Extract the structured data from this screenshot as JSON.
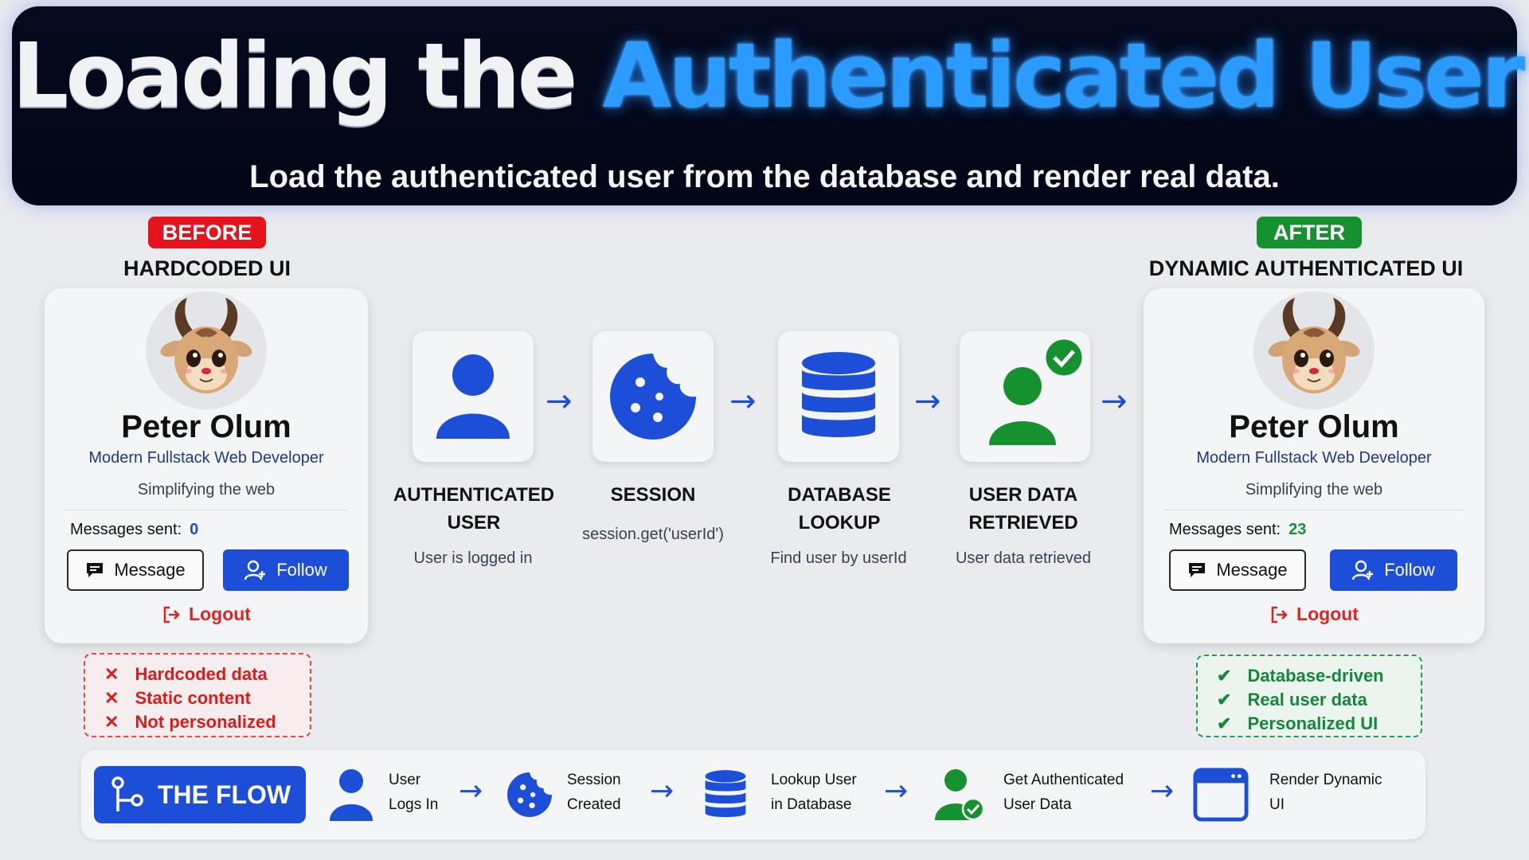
{
  "header": {
    "title_part1": "Loading the",
    "title_part2": "Authenticated User",
    "subtitle": "Load the authenticated user from the database and render real data."
  },
  "before": {
    "badge": "BEFORE",
    "heading": "HARDCODED UI",
    "profile": {
      "name": "Peter Olum",
      "role": "Modern Fullstack Web Developer",
      "tagline": "Simplifying the web",
      "messages_label": "Messages sent:",
      "messages_count": "0",
      "message_button": "Message",
      "follow_button": "Follow",
      "logout": "Logout"
    },
    "cons": [
      "Hardcoded data",
      "Static content",
      "Not personalized"
    ]
  },
  "after": {
    "badge": "AFTER",
    "heading": "DYNAMIC AUTHENTICATED UI",
    "profile": {
      "name": "Peter Olum",
      "role": "Modern Fullstack Web Developer",
      "tagline": "Simplifying the web",
      "messages_label": "Messages sent:",
      "messages_count": "23",
      "message_button": "Message",
      "follow_button": "Follow",
      "logout": "Logout"
    },
    "pros": [
      "Database-driven",
      "Real user data",
      "Personalized UI"
    ]
  },
  "steps": [
    {
      "title_line1": "AUTHENTICATED",
      "title_line2": "USER",
      "desc": "User is logged in",
      "icon": "user-icon"
    },
    {
      "title_line1": "SESSION",
      "title_line2": "",
      "desc": "session.get('userId')",
      "icon": "cookie-icon"
    },
    {
      "title_line1": "DATABASE",
      "title_line2": "LOOKUP",
      "desc": "Find user by userId",
      "icon": "database-icon"
    },
    {
      "title_line1": "USER DATA",
      "title_line2": "RETRIEVED",
      "desc": "User data retrieved",
      "icon": "user-check-icon"
    }
  ],
  "flow": {
    "label": "THE FLOW",
    "items": [
      {
        "line1": "User",
        "line2": "Logs In",
        "icon": "user-icon"
      },
      {
        "line1": "Session",
        "line2": "Created",
        "icon": "cookie-icon"
      },
      {
        "line1": "Lookup User",
        "line2": "in Database",
        "icon": "database-icon"
      },
      {
        "line1": "Get Authenticated",
        "line2": "User Data",
        "icon": "user-check-icon"
      },
      {
        "line1": "Render Dynamic",
        "line2": "UI",
        "icon": "browser-window-icon"
      }
    ]
  },
  "colors": {
    "accent_blue": "#1d4ed8",
    "error_red": "#dc2626",
    "success_green": "#16912f",
    "header_bg": "#020617",
    "title_glow": "#2b9bff"
  }
}
